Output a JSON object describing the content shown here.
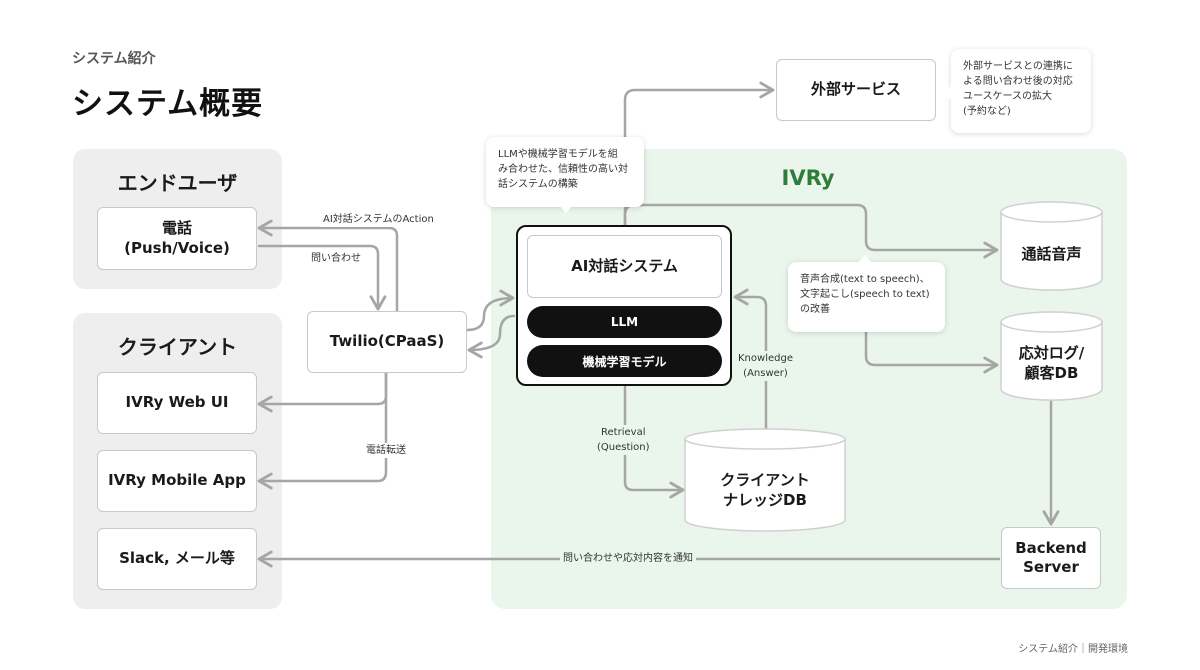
{
  "header": {
    "subtitle": "システム紹介",
    "title": "システム概要"
  },
  "groups": {
    "end_user": {
      "title": "エンドユーザ",
      "phone": [
        "電話",
        "(Push/Voice)"
      ]
    },
    "client": {
      "title": "クライアント",
      "web": "IVRy Web UI",
      "mobile": "IVRy Mobile App",
      "slack": "Slack, メール等"
    },
    "ivry": {
      "title": "IVRy"
    }
  },
  "nodes": {
    "twilio": "Twilio(CPaaS)",
    "external": "外部サービス",
    "ai_system": "AI対話システム",
    "llm": "LLM",
    "ml_model": "機械学習モデル",
    "knowledge_db": [
      "クライアント",
      "ナレッジDB"
    ],
    "call_audio": "通話音声",
    "log_db": [
      "応対ログ/",
      "顧客DB"
    ],
    "backend": [
      "Backend",
      "Server"
    ]
  },
  "callouts": {
    "llm_note": [
      "LLMや機械学習モデルを組",
      "み合わせた、信頼性の高い対",
      "話システムの構築"
    ],
    "external_note": [
      "外部サービスとの連携に",
      "よる問い合わせ後の対応",
      "ユースケースの拡大",
      "(予約など)"
    ],
    "speech_note": [
      "音声合成(text to speech)、",
      "文字起こし(speech to text)",
      "の改善"
    ]
  },
  "edge_labels": {
    "action": "AI対話システムのAction",
    "inquiry": "問い合わせ",
    "transfer": "電話転送",
    "retrieval": [
      "Retrieval",
      "(Question)"
    ],
    "knowledge": [
      "Knowledge",
      "(Answer)"
    ],
    "notify": "問い合わせや応対内容を通知"
  },
  "footer": "システム紹介｜開発環境",
  "colors": {
    "accent": "#2e7d3b",
    "ivry_bg": "#eaf5ec",
    "group_bg": "#eeeeee",
    "line": "#a6a6a6"
  }
}
